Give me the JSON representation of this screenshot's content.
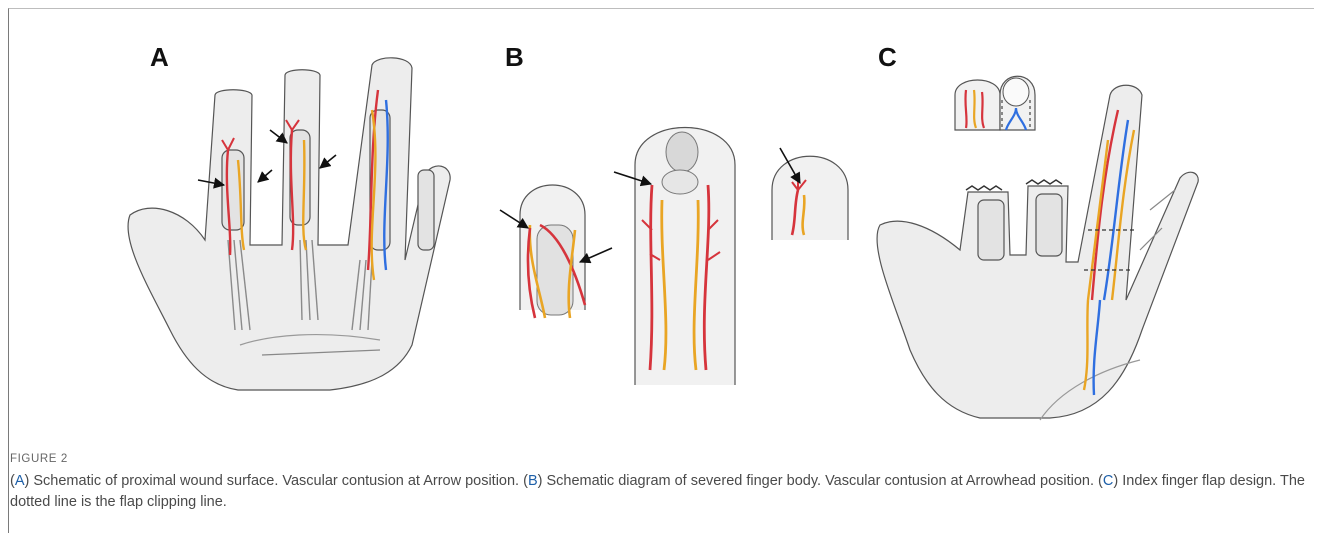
{
  "figure": {
    "panel_labels": [
      "A",
      "B",
      "C"
    ],
    "label": "FIGURE 2",
    "caption": {
      "a_letter": "A",
      "a_text": ") Schematic of proximal wound surface. Vascular contusion at Arrow position. (",
      "b_letter": "B",
      "b_text": ") Schematic diagram of severed finger body. Vascular contusion at Arrowhead position. (",
      "c_letter": "C",
      "c_text": ") Index finger flap design. The dotted line is the flap clipping line."
    }
  },
  "colors": {
    "artery": "#d6343c",
    "nerve": "#e9a524",
    "vein": "#2f6fe0",
    "skin": "#ededed",
    "outline": "#555555"
  }
}
